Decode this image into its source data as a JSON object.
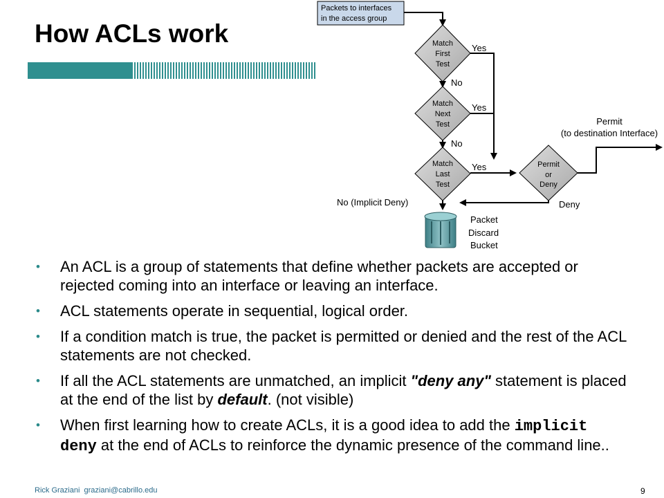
{
  "slide": {
    "title": "How ACLs work",
    "page_number": "9",
    "footer": {
      "author": "Rick Graziani",
      "email": "graziani@cabrillo.edu"
    }
  },
  "flowchart": {
    "start_box": [
      "Packets to interfaces",
      "in the access group"
    ],
    "decision1": [
      "Match",
      "First",
      "Test"
    ],
    "decision2": [
      "Match",
      "Next",
      "Test"
    ],
    "decision3": [
      "Match",
      "Last",
      "Test"
    ],
    "decision_permit": [
      "Permit",
      "or",
      "Deny"
    ],
    "yes_label": "Yes",
    "no_label": "No",
    "permit_label": [
      "Permit",
      "(to destination Interface)"
    ],
    "deny_label": "Deny",
    "implicit_deny_label": "No (Implicit Deny)",
    "bucket_label": [
      "Packet",
      "Discard",
      "Bucket"
    ]
  },
  "bullets": [
    {
      "text": "An ACL is a group of statements that define whether packets are accepted or rejected coming into an interface or leaving an interface."
    },
    {
      "text": "ACL statements operate in sequential, logical order."
    },
    {
      "text": "If a condition match is true, the packet is permitted or denied and the rest of the ACL statements are not checked."
    },
    {
      "pre": "If all the ACL statements are unmatched, an implicit ",
      "emph1": "\"deny any\"",
      "mid": " statement is placed at the end of the list by ",
      "emph2": "default",
      "post": ". (not visible)"
    },
    {
      "pre": "When first learning how to create ACLs, it is a good idea to add the ",
      "code": "implicit deny",
      "post": " at the end of ACLs to reinforce the dynamic presence of the command line.."
    }
  ],
  "colors": {
    "accent_teal": "#2f8f8f",
    "diamond_fill": "#c8c8c8",
    "box_fill": "#c9d8ea"
  }
}
